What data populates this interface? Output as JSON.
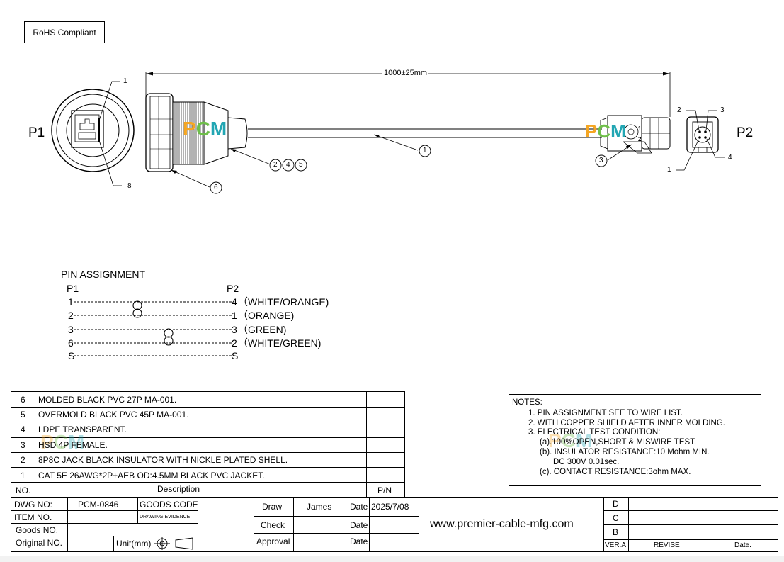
{
  "rohs": "RoHS Compliant",
  "dimension": "1000±25mm",
  "p1_label": "P1",
  "p2_label": "P2",
  "logo": {
    "p": "P",
    "c": "C",
    "m": "M",
    "colors": {
      "p": "#f5a623",
      "c": "#6fbf4a",
      "m": "#22a6b3"
    }
  },
  "callouts": {
    "c1": "1",
    "c2": "2",
    "c3": "3",
    "c4": "4",
    "c5": "5",
    "c6": "6",
    "p1_pin1": "1",
    "p1_pin8": "8",
    "p2_pin1": "1",
    "p2_pin2": "2",
    "p2_pin3": "3",
    "p2_pin4": "4",
    "connector_mark_1": "1",
    "connector_mark_2": "2"
  },
  "pin_assignment": {
    "title": "PIN  ASSIGNMENT",
    "head_p1": "P1",
    "head_p2": "P2",
    "rows": [
      {
        "left": "1",
        "right": "4",
        "color": "（WHITE/ORANGE)"
      },
      {
        "left": "2",
        "right": "1",
        "color": "（ORANGE)"
      },
      {
        "left": "3",
        "right": "3",
        "color": "（GREEN)"
      },
      {
        "left": "6",
        "right": "2",
        "color": "（WHITE/GREEN)"
      },
      {
        "left": "S",
        "right": "S",
        "color": ""
      }
    ]
  },
  "bom": {
    "rows": [
      {
        "no": "6",
        "desc": "MOLDED BLACK PVC 27P MA-001."
      },
      {
        "no": "5",
        "desc": "OVERMOLD BLACK PVC 45P MA-001."
      },
      {
        "no": "4",
        "desc": "LDPE TRANSPARENT."
      },
      {
        "no": "3",
        "desc": "HSD 4P FEMALE."
      },
      {
        "no": "2",
        "desc": "8P8C JACK BLACK INSULATOR WITH NICKLE PLATED SHELL."
      },
      {
        "no": "1",
        "desc": "CAT 5E 26AWG*2P+AEB  OD:4.5MM BLACK PVC JACKET."
      }
    ],
    "head_no": "NO.",
    "head_desc": "Description",
    "head_pn": "P/N"
  },
  "notes": {
    "title": "NOTES:",
    "lines": [
      "1. PIN ASSIGNMENT SEE TO WIRE LIST.",
      "2. WITH COPPER SHIELD AFTER INNER MOLDING.",
      "3. ELECTRICAL TEST CONDITION:",
      "(a).100%OPEN,SHORT & MISWIRE TEST,",
      "(b). INSULATOR RESISTANCE:10 Mohm MIN.",
      "DC 300V 0.01sec.",
      "(c). CONTACT RESISTANCE:3ohm MAX."
    ]
  },
  "title_block": {
    "dwg_no_label": "DWG NO:",
    "dwg_no": "PCM-0846",
    "goods_code_label": "GOODS CODE",
    "item_no_label": "ITEM NO.",
    "drawing_evidence": "DRAWING EVIDENCE",
    "goods_no_label": "Goods NO.",
    "original_no_label": "Original NO.",
    "unit_label": "Unit(mm)",
    "draw_label": "Draw",
    "draw_name": "James",
    "date_label_1": "Date",
    "date_value": "2025/7/08",
    "check_label": "Check",
    "date_label_2": "Date",
    "approval_label": "Approval",
    "date_label_3": "Date",
    "website": "www.premier-cable-mfg.com",
    "rev_d": "D",
    "rev_c": "C",
    "rev_b": "B",
    "ver": "VER.A",
    "revise": "REVISE",
    "date_col": "Date."
  }
}
